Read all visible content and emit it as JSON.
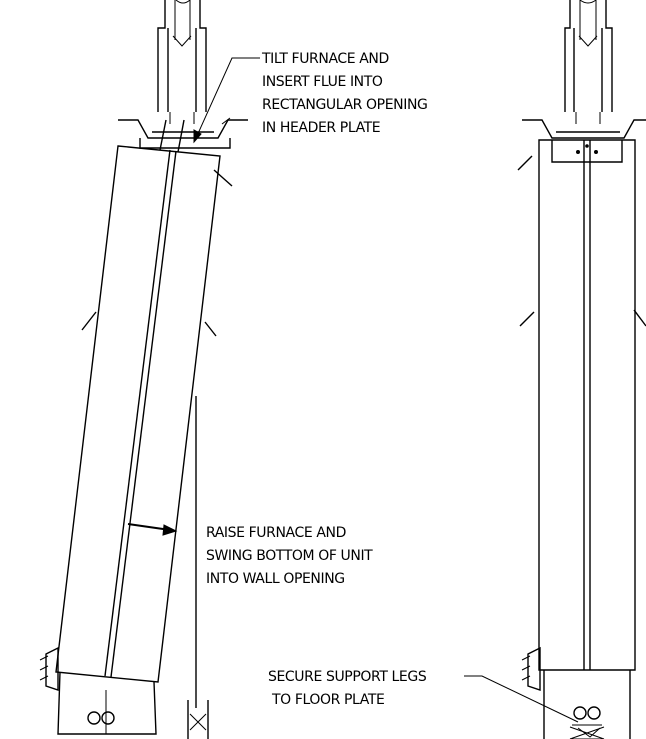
{
  "annotations": {
    "tilt": {
      "lines": [
        "TILT FURNACE AND",
        "INSERT FLUE INTO",
        "RECTANGULAR OPENING",
        "IN HEADER PLATE"
      ]
    },
    "raise": {
      "lines": [
        "RAISE FURNACE AND",
        "SWING BOTTOM OF UNIT",
        "INTO WALL OPENING"
      ]
    },
    "secure": {
      "lines": [
        "SECURE SUPPORT LEGS",
        "TO FLOOR PLATE"
      ]
    }
  },
  "colors": {
    "line": "#000000",
    "background": "#ffffff"
  }
}
